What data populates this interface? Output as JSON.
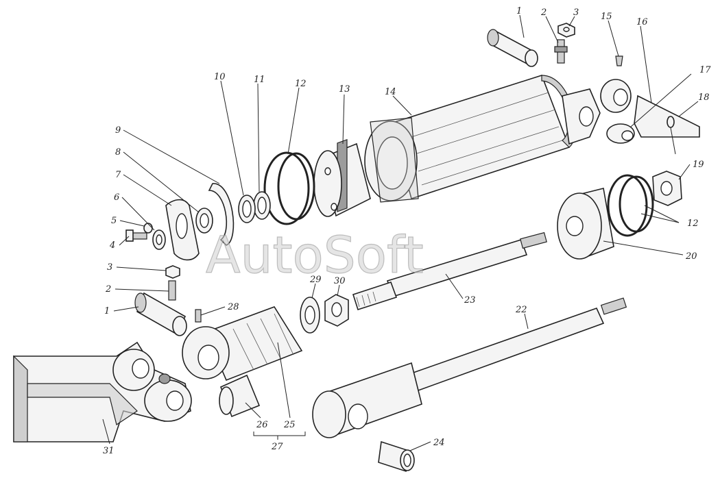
{
  "diagram": {
    "watermark": "AutoSoft",
    "callouts": [
      {
        "id": "1a",
        "text": "1"
      },
      {
        "id": "2a",
        "text": "2"
      },
      {
        "id": "3a",
        "text": "3"
      },
      {
        "id": "15",
        "text": "15"
      },
      {
        "id": "16",
        "text": "16"
      },
      {
        "id": "17",
        "text": "17"
      },
      {
        "id": "18",
        "text": "18"
      },
      {
        "id": "14",
        "text": "14"
      },
      {
        "id": "13",
        "text": "13"
      },
      {
        "id": "12a",
        "text": "12"
      },
      {
        "id": "11",
        "text": "11"
      },
      {
        "id": "10",
        "text": "10"
      },
      {
        "id": "9",
        "text": "9"
      },
      {
        "id": "8",
        "text": "8"
      },
      {
        "id": "7",
        "text": "7"
      },
      {
        "id": "6",
        "text": "6"
      },
      {
        "id": "5",
        "text": "5"
      },
      {
        "id": "4",
        "text": "4"
      },
      {
        "id": "19",
        "text": "19"
      },
      {
        "id": "12b",
        "text": "12"
      },
      {
        "id": "20",
        "text": "20"
      },
      {
        "id": "3b",
        "text": "3"
      },
      {
        "id": "2b",
        "text": "2"
      },
      {
        "id": "1b",
        "text": "1"
      },
      {
        "id": "28",
        "text": "28"
      },
      {
        "id": "29",
        "text": "29"
      },
      {
        "id": "30",
        "text": "30"
      },
      {
        "id": "23",
        "text": "23"
      },
      {
        "id": "22",
        "text": "22"
      },
      {
        "id": "25",
        "text": "25"
      },
      {
        "id": "26",
        "text": "26"
      },
      {
        "id": "27",
        "text": "27"
      },
      {
        "id": "24",
        "text": "24"
      },
      {
        "id": "31",
        "text": "31"
      }
    ]
  }
}
